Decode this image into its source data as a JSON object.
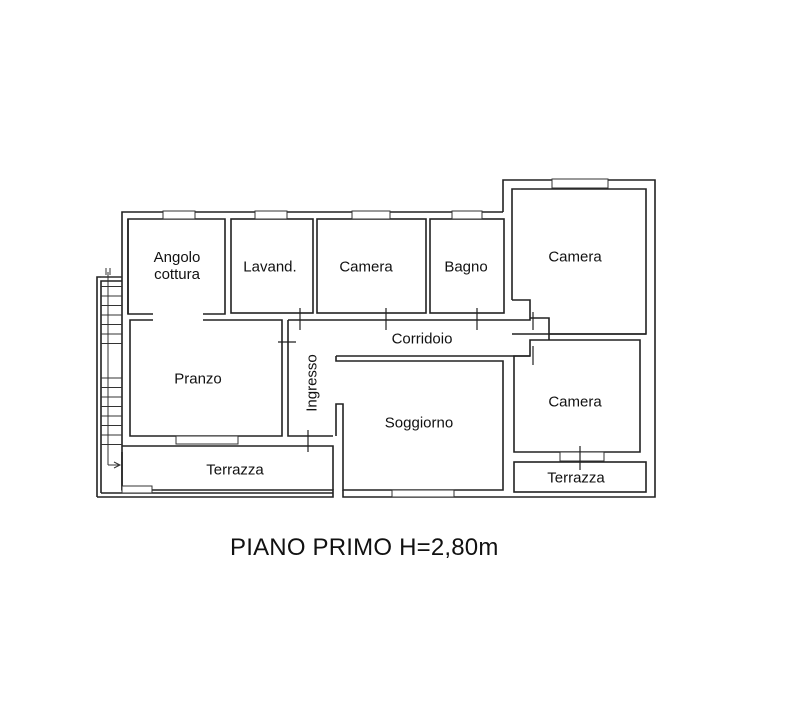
{
  "plan": {
    "title": "PIANO PRIMO H=2,80m",
    "rooms": [
      {
        "id": "angolo-cottura",
        "label": "Angolo\ncottura",
        "line1": "Angolo",
        "line2": "cottura"
      },
      {
        "id": "lavanderia",
        "label": "Lavand."
      },
      {
        "id": "camera-1",
        "label": "Camera"
      },
      {
        "id": "bagno",
        "label": "Bagno"
      },
      {
        "id": "camera-2",
        "label": "Camera"
      },
      {
        "id": "corridoio",
        "label": "Corridoio"
      },
      {
        "id": "pranzo",
        "label": "Pranzo"
      },
      {
        "id": "ingresso",
        "label": "Ingresso"
      },
      {
        "id": "soggiorno",
        "label": "Soggiorno"
      },
      {
        "id": "camera-3",
        "label": "Camera"
      },
      {
        "id": "terrazza-1",
        "label": "Terrazza"
      },
      {
        "id": "terrazza-2",
        "label": "Terrazza"
      }
    ],
    "stairs": {
      "label": "stairs",
      "steps": 20
    }
  }
}
